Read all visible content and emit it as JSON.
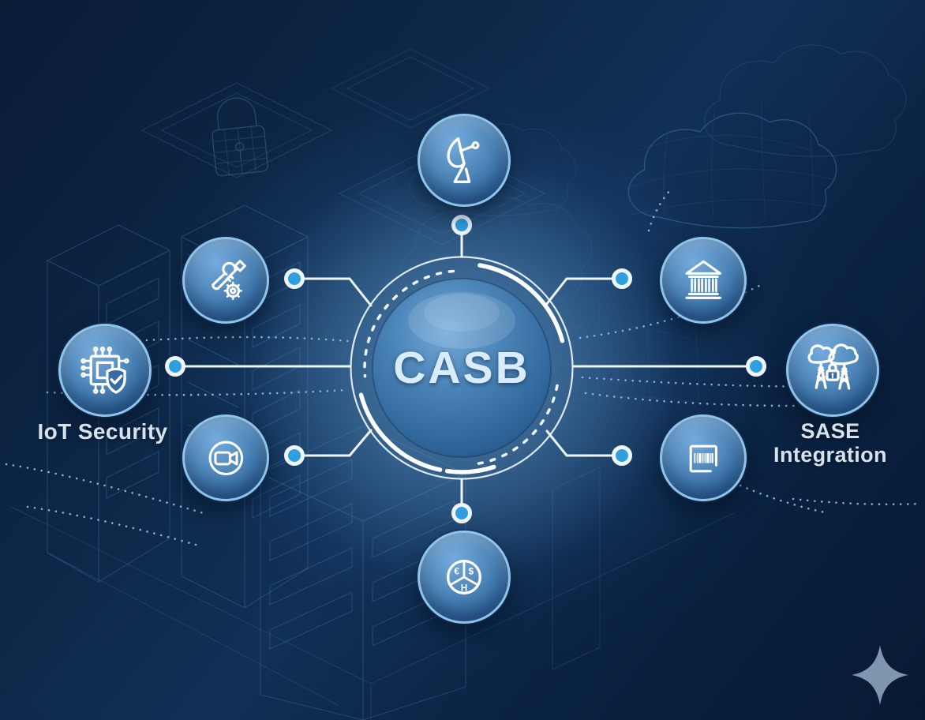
{
  "center": {
    "label": "CASB"
  },
  "nodes": [
    {
      "id": "satellite-comms",
      "icon": "satellite-dish-icon",
      "label": "",
      "position": "top"
    },
    {
      "id": "tools-config",
      "icon": "wrench-key-gear-icon",
      "label": "",
      "position": "top-left"
    },
    {
      "id": "iot-security",
      "icon": "iot-chip-shield-icon",
      "label": "IoT Security",
      "position": "left"
    },
    {
      "id": "video-conferencing",
      "icon": "video-camera-icon",
      "label": "",
      "position": "bottom-left"
    },
    {
      "id": "currency-exchange",
      "icon": "currency-exchange-icon",
      "label": "",
      "position": "bottom"
    },
    {
      "id": "banking",
      "icon": "bank-building-icon",
      "label": "",
      "position": "top-right"
    },
    {
      "id": "sase-integration",
      "icon": "clouds-towers-padlock-icon",
      "label": "SASE Integration",
      "position": "right"
    },
    {
      "id": "barcode-scanning",
      "icon": "barcode-icon",
      "label": "",
      "position": "bottom-right"
    }
  ],
  "icons": {
    "currency_symbols": [
      "€",
      "$",
      "H"
    ],
    "sparkle": "✦"
  },
  "colors": {
    "background_navy": "#0d2748",
    "center_glow": "#96c8f0",
    "node_fill_top": "#74abdc",
    "node_fill_bottom": "#275586",
    "node_border": "#8ec3ec",
    "connector_line": "#eef5fc",
    "connector_dot": "#2f9fe0",
    "label_text": "#d8e2ec",
    "casb_text": "#d9ecfb",
    "wireframe": "#4f8cbf",
    "dotted_flow": "#9cc9ec",
    "sparkle": "#8ea4bc"
  }
}
